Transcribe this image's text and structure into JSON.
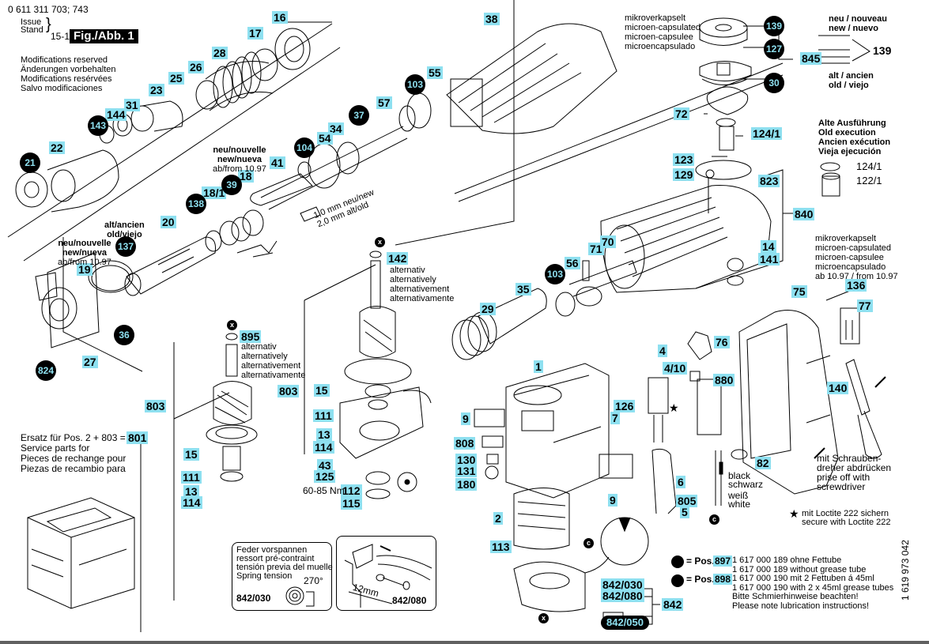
{
  "header": {
    "part_number": "0 611 311 703; 743",
    "issue_label_1": "Issue",
    "issue_label_2": "Stand",
    "issue_date": "15-12-04",
    "figure_label": "Fig./Abb. 1",
    "modifications": [
      "Modifications reserved",
      "Änderungen vorbehalten",
      "Modifications resérvées",
      "Salvo modificaciones"
    ]
  },
  "notes": {
    "micro_top": [
      "mikroverkapselt",
      "microen-capsulated",
      "microen-capsulee",
      "microencapsulado"
    ],
    "micro_right": [
      "mikroverkapselt",
      "microen-capsulated",
      "microen-capsulee",
      "microencapsulado",
      "ab 10.97 / from 10.97"
    ],
    "new_version_139": [
      "neu / nouveau",
      "new / nuevo"
    ],
    "old_version_139": [
      "alt / ancien",
      "old / viejo"
    ],
    "ref_139": "139",
    "old_execution": [
      "Alte Ausführung",
      "Old execution",
      "Ancien exécution",
      "Vieja ejecución"
    ],
    "old_exec_parts": [
      "124/1",
      "122/1"
    ],
    "neu_nouvelle_41": [
      "neu/nouvelle",
      "new/nueva",
      "ab/from 10.97"
    ],
    "neu_nouvelle_19": [
      "neu/nouvelle",
      "new/nueva",
      "ab/from 10.97"
    ],
    "alt_ancien_137": [
      "alt/ancien",
      "old/viejo"
    ],
    "dimension_note": [
      "1,0 mm neu/new",
      "2,0 mm alt/old"
    ],
    "alternative_142": [
      "alternativ",
      "alternatively",
      "alternativement",
      "alternativamente"
    ],
    "alternative_895": [
      "alternativ",
      "alternatively",
      "alternativement",
      "alternativamente"
    ],
    "torque": "60-85 Nm",
    "service_parts": [
      "Ersatz für Pos. 2 + 803  =",
      "Service parts for",
      "Pieces de rechange pour",
      "Piezas de recambio para"
    ],
    "spring_tension": [
      "Feder vorspannen",
      "ressort pré-contraint",
      "tensión previa del muelle",
      "Spring tension"
    ],
    "spring_angle": "270°",
    "spring_ref": "842/030",
    "inset_dimension": "12mm",
    "inset_ref": "842/080",
    "wire_colors": [
      "black",
      "schwarz",
      "weiß",
      "white"
    ],
    "screwdriver_note": [
      "mit Schrauben-",
      "dreher abdrücken",
      "prise off with",
      "screwdriver"
    ],
    "loctite_note": [
      "mit Loctite 222 sichern",
      "secure with Loctite 222"
    ],
    "star_symbol": "★",
    "pos_label": "= Pos.",
    "pos_897": "897",
    "pos_898": "898",
    "lubrication": [
      "1 617 000 189 ohne Fettube",
      "1 617 000 189 without grease tube",
      "1 617 000 190 mit 2 Fettuben á 45ml",
      "1 617 000 190 with 2 x 45ml grease tubes",
      "Bitte Schmierhinweise beachten!",
      "Please note lubrication instructions!"
    ],
    "doc_number": "1 619 973 042"
  },
  "callouts_box": [
    "16",
    "17",
    "28",
    "26",
    "25",
    "23",
    "31",
    "144",
    "22",
    "55",
    "57",
    "34",
    "54",
    "41",
    "18",
    "18/1",
    "20",
    "19",
    "27",
    "38",
    "72",
    "124/1",
    "123",
    "129",
    "823",
    "840",
    "14",
    "141",
    "71",
    "70",
    "56",
    "35",
    "29",
    "845",
    "136",
    "75",
    "77",
    "76",
    "4",
    "4/10",
    "880",
    "82",
    "126",
    "7",
    "1",
    "9",
    "808",
    "130",
    "131",
    "180",
    "2",
    "113",
    "842/030",
    "842/080",
    "842",
    "6",
    "805",
    "5",
    "140",
    "142",
    "895",
    "803",
    "15",
    "111",
    "13",
    "114",
    "43",
    "125",
    "112",
    "115",
    "801"
  ],
  "callouts_circle": [
    "139",
    "127",
    "30",
    "143",
    "21",
    "37",
    "104",
    "103",
    "39",
    "138",
    "137",
    "36",
    "824"
  ],
  "callouts_pill": [
    "842/050"
  ],
  "x_marker": "x",
  "c_marker": "c"
}
